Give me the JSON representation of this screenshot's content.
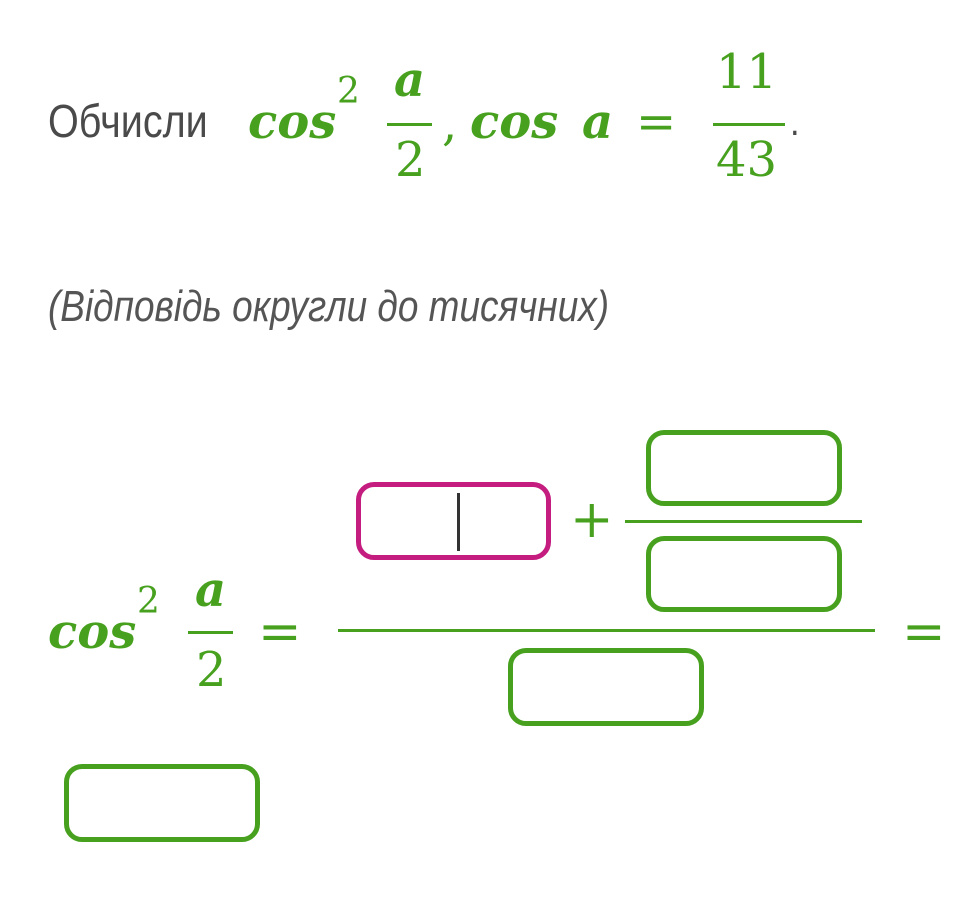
{
  "task": {
    "prompt_label": "Обчисли",
    "expr_cos": "cos",
    "expr_sup": "2",
    "expr_num": "a",
    "expr_den": "2",
    "comma": ",",
    "given_cos": "cos",
    "given_var": "a",
    "equals": "=",
    "given_num": "11",
    "given_den": "43",
    "period": ".",
    "hint": "(Відповідь округли до тисячних)"
  },
  "formula": {
    "lhs_cos": "cos",
    "lhs_sup": "2",
    "lhs_num": "a",
    "lhs_den": "2",
    "equals": "=",
    "plus": "+",
    "equals_end": "="
  },
  "inputs": {
    "numerator_first": "",
    "numerator_frac_top": "",
    "numerator_frac_bottom": "",
    "denominator": "",
    "result": ""
  },
  "colors": {
    "accent_green": "#47a11f",
    "active_input_border": "#c41d7f",
    "text_gray": "#4a4a4a"
  }
}
